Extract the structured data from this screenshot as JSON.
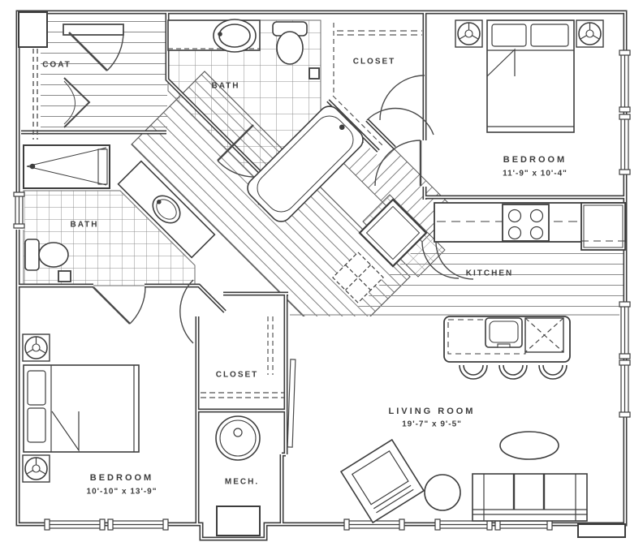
{
  "plan": {
    "type": "apartment-floor-plan",
    "colors": {
      "ink": "#3d3d3d",
      "paper": "#ffffff",
      "pattern": "#8f8f8f"
    },
    "rooms": {
      "coat": {
        "label": "COAT"
      },
      "bath_upper": {
        "label": "BATH"
      },
      "closet_upper": {
        "label": "CLOSET"
      },
      "bedroom_upper": {
        "label": "BEDROOM",
        "dims": "11'-9\" x 10'-4\""
      },
      "kitchen": {
        "label": "KITCHEN"
      },
      "bath_lower": {
        "label": "BATH"
      },
      "bedroom_lower": {
        "label": "BEDROOM",
        "dims": "10'-10\" x 13'-9\""
      },
      "closet_lower": {
        "label": "CLOSET"
      },
      "mech": {
        "label": "MECH."
      },
      "living_room": {
        "label": "LIVING ROOM",
        "dims": "19'-7\" x 9'-5\""
      }
    },
    "fixtures": [
      "queen-bed-upper",
      "queen-bed-lower",
      "nightstand-x4",
      "bathtub",
      "shower",
      "toilet-x2",
      "vanity-sink-x2",
      "kitchen-range",
      "refrigerator",
      "kitchen-island",
      "island-sink",
      "bar-stool-x3",
      "washer-dryer",
      "water-heater",
      "sofa",
      "armchair",
      "round-side-table",
      "oval-ottoman"
    ]
  }
}
